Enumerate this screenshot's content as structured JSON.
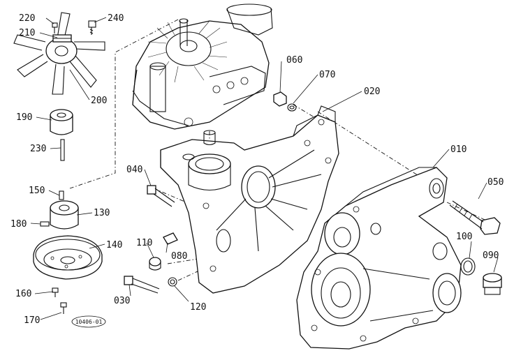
{
  "figure_id": "10406-01",
  "callouts": [
    {
      "id": "220",
      "text": "220"
    },
    {
      "id": "240",
      "text": "240"
    },
    {
      "id": "210",
      "text": "210"
    },
    {
      "id": "200",
      "text": "200"
    },
    {
      "id": "190",
      "text": "190"
    },
    {
      "id": "230",
      "text": "230"
    },
    {
      "id": "150",
      "text": "150"
    },
    {
      "id": "130",
      "text": "130"
    },
    {
      "id": "180",
      "text": "180"
    },
    {
      "id": "140",
      "text": "140"
    },
    {
      "id": "160",
      "text": "160"
    },
    {
      "id": "170",
      "text": "170"
    },
    {
      "id": "040",
      "text": "040"
    },
    {
      "id": "110",
      "text": "110"
    },
    {
      "id": "080",
      "text": "080"
    },
    {
      "id": "030",
      "text": "030"
    },
    {
      "id": "120",
      "text": "120"
    },
    {
      "id": "060",
      "text": "060"
    },
    {
      "id": "070",
      "text": "070"
    },
    {
      "id": "020",
      "text": "020"
    },
    {
      "id": "010",
      "text": "010"
    },
    {
      "id": "050",
      "text": "050"
    },
    {
      "id": "100",
      "text": "100"
    },
    {
      "id": "090",
      "text": "090"
    }
  ]
}
